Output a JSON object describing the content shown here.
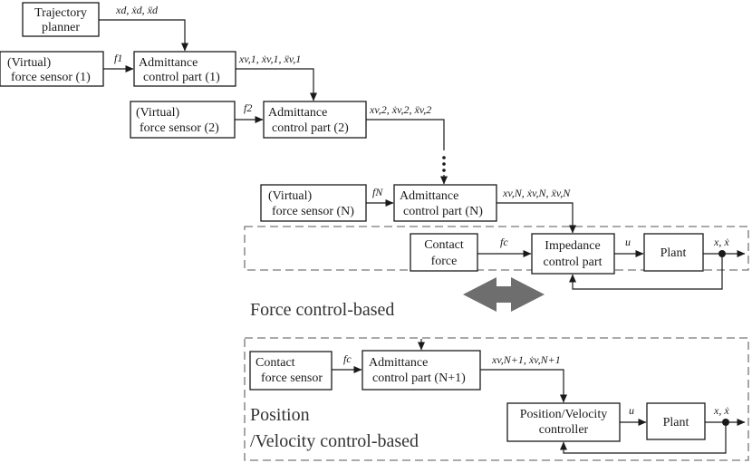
{
  "blocks": {
    "trajectory_planner": [
      "Trajectory",
      "planner"
    ],
    "sensor_1": [
      "(Virtual)",
      "force sensor (1)"
    ],
    "admittance_1": [
      "Admittance",
      "control part (1)"
    ],
    "sensor_2": [
      "(Virtual)",
      "force sensor (2)"
    ],
    "admittance_2": [
      "Admittance",
      "control part (2)"
    ],
    "sensor_n": [
      "(Virtual)",
      "force sensor (N)"
    ],
    "admittance_n": [
      "Admittance",
      "control part (N)"
    ],
    "contact_force": [
      "Contact",
      "force"
    ],
    "impedance": [
      "Impedance",
      "control part"
    ],
    "plant_top": "Plant",
    "contact_force_sensor": [
      "Contact",
      "force sensor"
    ],
    "admittance_n1": [
      "Admittance",
      "control part (N+1)"
    ],
    "pos_vel_controller": [
      "Position/Velocity",
      "controller"
    ],
    "plant_bottom": "Plant"
  },
  "signals": {
    "desired": "xd, ẋd, ẍd",
    "f1": "f1",
    "v1": "xv,1, ẋv,1, ẍv,1",
    "f2": "f2",
    "v2": "xv,2, ẋv,2, ẍv,2",
    "fN": "fN",
    "vN": "xv,N, ẋv,N, ẍv,N",
    "fc_top": "fc",
    "u_top": "u",
    "out_top": "x, ẋ",
    "fc_bottom": "fc",
    "vN1": "xv,N+1, ẋv,N+1",
    "u_bottom": "u",
    "out_bottom": "x, ẋ"
  },
  "regions": {
    "force_based": "Force control-based",
    "position_based": [
      "Position",
      "/Velocity control-based"
    ]
  },
  "colors": {
    "ink": "#1a1a1a",
    "dashed_frame": "#777777",
    "switch_arrow": "#6e6e6e"
  }
}
